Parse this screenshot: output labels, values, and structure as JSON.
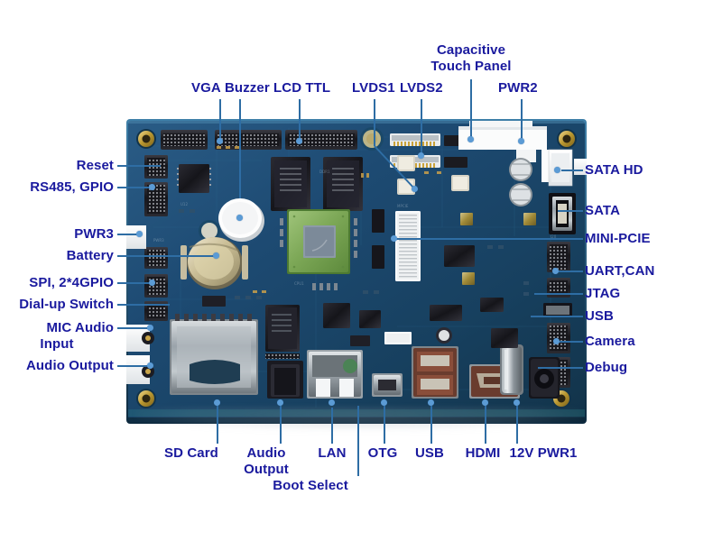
{
  "figure": {
    "title": "Single Board Computer connector callout diagram",
    "label_color": "#1a1a9e",
    "leader_color": "#2e6da4",
    "dot_color": "#5b9bd5",
    "board_color": "#1d4d7a"
  },
  "labels": {
    "top": [
      {
        "id": "vga",
        "text": "VGA"
      },
      {
        "id": "buzzer",
        "text": "Buzzer"
      },
      {
        "id": "lcd_ttl",
        "text": "LCD TTL"
      },
      {
        "id": "lvds1",
        "text": "LVDS1"
      },
      {
        "id": "lvds2",
        "text": "LVDS2"
      },
      {
        "id": "ctp_l1",
        "text": "Capacitive"
      },
      {
        "id": "ctp_l2",
        "text": "Touch Panel"
      },
      {
        "id": "pwr2",
        "text": "PWR2"
      }
    ],
    "left": [
      {
        "id": "reset",
        "text": "Reset"
      },
      {
        "id": "rs485_gpio",
        "text": "RS485, GPIO"
      },
      {
        "id": "pwr3",
        "text": "PWR3"
      },
      {
        "id": "battery",
        "text": "Battery"
      },
      {
        "id": "spi_gpio",
        "text": "SPI, 2*4GPIO"
      },
      {
        "id": "dialup",
        "text": "Dial-up Switch"
      },
      {
        "id": "mic_l1",
        "text": "MIC Audio"
      },
      {
        "id": "mic_l2",
        "text": "Input"
      },
      {
        "id": "audio_out",
        "text": "Audio Output"
      }
    ],
    "right": [
      {
        "id": "sata_hd",
        "text": "SATA HD"
      },
      {
        "id": "sata",
        "text": "SATA"
      },
      {
        "id": "mini_pcie",
        "text": "MINI-PCIE"
      },
      {
        "id": "uart_can",
        "text": "UART,CAN"
      },
      {
        "id": "jtag",
        "text": "JTAG"
      },
      {
        "id": "usb_r",
        "text": "USB"
      },
      {
        "id": "camera",
        "text": "Camera"
      },
      {
        "id": "debug",
        "text": "Debug"
      }
    ],
    "bottom": [
      {
        "id": "sd_card",
        "text": "SD Card"
      },
      {
        "id": "audio_o_l1",
        "text": "Audio"
      },
      {
        "id": "audio_o_l2",
        "text": "Output"
      },
      {
        "id": "lan",
        "text": "LAN"
      },
      {
        "id": "boot_select",
        "text": "Boot Select"
      },
      {
        "id": "otg",
        "text": "OTG"
      },
      {
        "id": "usb_b",
        "text": "USB"
      },
      {
        "id": "hdmi",
        "text": "HDMI"
      },
      {
        "id": "pwr1",
        "text": "12V PWR1"
      }
    ]
  }
}
